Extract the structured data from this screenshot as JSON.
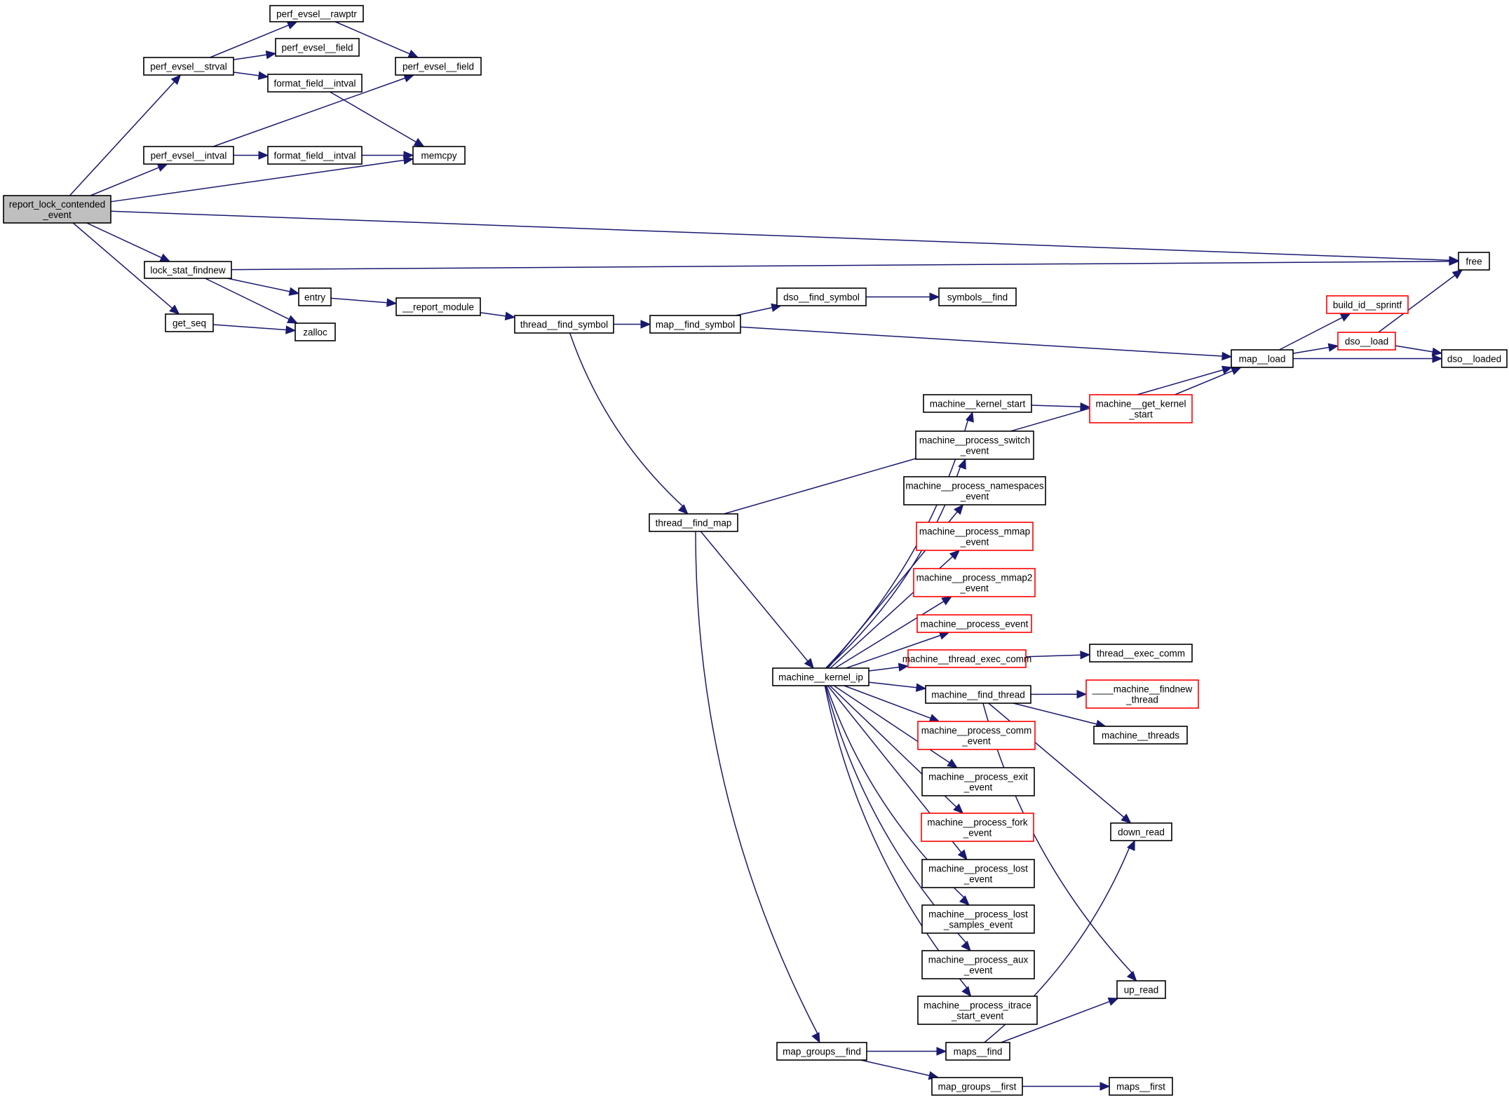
{
  "title": "report_lock_contended_event call graph",
  "colors": {
    "edge": "#191970",
    "root_fill": "#bfbfbf",
    "truncated_border": "#ff0000",
    "node_border": "#000000"
  },
  "nodes": [
    {
      "id": "root",
      "lines": [
        "report_lock_contended",
        "_event"
      ],
      "kind": "root"
    },
    {
      "id": "strval",
      "lines": [
        "perf_evsel__strval"
      ],
      "kind": "normal"
    },
    {
      "id": "rawptr",
      "lines": [
        "perf_evsel__rawptr"
      ],
      "kind": "normal"
    },
    {
      "id": "field1",
      "lines": [
        "perf_evsel__field"
      ],
      "kind": "normal"
    },
    {
      "id": "ffintval1",
      "lines": [
        "format_field__intval"
      ],
      "kind": "normal"
    },
    {
      "id": "field2",
      "lines": [
        "perf_evsel__field"
      ],
      "kind": "normal"
    },
    {
      "id": "intval",
      "lines": [
        "perf_evsel__intval"
      ],
      "kind": "normal"
    },
    {
      "id": "ffintval2",
      "lines": [
        "format_field__intval"
      ],
      "kind": "normal"
    },
    {
      "id": "memcpy",
      "lines": [
        "memcpy"
      ],
      "kind": "normal"
    },
    {
      "id": "free",
      "lines": [
        "free"
      ],
      "kind": "normal"
    },
    {
      "id": "findnew",
      "lines": [
        "lock_stat_findnew"
      ],
      "kind": "normal"
    },
    {
      "id": "entry",
      "lines": [
        "entry"
      ],
      "kind": "normal"
    },
    {
      "id": "reportmod",
      "lines": [
        "__report_module"
      ],
      "kind": "normal"
    },
    {
      "id": "getseq",
      "lines": [
        "get_seq"
      ],
      "kind": "normal"
    },
    {
      "id": "zalloc",
      "lines": [
        "zalloc"
      ],
      "kind": "normal"
    },
    {
      "id": "tfindsym",
      "lines": [
        "thread__find_symbol"
      ],
      "kind": "normal"
    },
    {
      "id": "mfindsym",
      "lines": [
        "map__find_symbol"
      ],
      "kind": "normal"
    },
    {
      "id": "dfindsym",
      "lines": [
        "dso__find_symbol"
      ],
      "kind": "normal"
    },
    {
      "id": "symfind",
      "lines": [
        "symbols__find"
      ],
      "kind": "normal"
    },
    {
      "id": "buildid",
      "lines": [
        "build_id__sprintf"
      ],
      "kind": "trunc"
    },
    {
      "id": "dsoload",
      "lines": [
        "dso__load"
      ],
      "kind": "trunc"
    },
    {
      "id": "mapload",
      "lines": [
        "map__load"
      ],
      "kind": "normal"
    },
    {
      "id": "dsoloaded",
      "lines": [
        "dso__loaded"
      ],
      "kind": "normal"
    },
    {
      "id": "kstart",
      "lines": [
        "machine__kernel_start"
      ],
      "kind": "normal"
    },
    {
      "id": "getkstart",
      "lines": [
        "machine__get_kernel",
        "_start"
      ],
      "kind": "trunc"
    },
    {
      "id": "pswitch",
      "lines": [
        "machine__process_switch",
        "_event"
      ],
      "kind": "normal"
    },
    {
      "id": "pns",
      "lines": [
        "machine__process_namespaces",
        "_event"
      ],
      "kind": "normal"
    },
    {
      "id": "pmmap",
      "lines": [
        "machine__process_mmap",
        "_event"
      ],
      "kind": "trunc"
    },
    {
      "id": "pmmap2",
      "lines": [
        "machine__process_mmap2",
        "_event"
      ],
      "kind": "trunc"
    },
    {
      "id": "pevent",
      "lines": [
        "machine__process_event"
      ],
      "kind": "trunc"
    },
    {
      "id": "texeccomm",
      "lines": [
        "machine__thread_exec_comm"
      ],
      "kind": "trunc"
    },
    {
      "id": "thexeccomm",
      "lines": [
        "thread__exec_comm"
      ],
      "kind": "normal"
    },
    {
      "id": "tfindmap",
      "lines": [
        "thread__find_map"
      ],
      "kind": "normal"
    },
    {
      "id": "kernelip",
      "lines": [
        "machine__kernel_ip"
      ],
      "kind": "normal"
    },
    {
      "id": "findthread",
      "lines": [
        "machine__find_thread"
      ],
      "kind": "normal"
    },
    {
      "id": "findnewthread",
      "lines": [
        "____machine__findnew",
        "_thread"
      ],
      "kind": "trunc"
    },
    {
      "id": "mthreads",
      "lines": [
        "machine__threads"
      ],
      "kind": "normal"
    },
    {
      "id": "pcomm",
      "lines": [
        "machine__process_comm",
        "_event"
      ],
      "kind": "trunc"
    },
    {
      "id": "pexit",
      "lines": [
        "machine__process_exit",
        "_event"
      ],
      "kind": "normal"
    },
    {
      "id": "downread",
      "lines": [
        "down_read"
      ],
      "kind": "normal"
    },
    {
      "id": "pfork",
      "lines": [
        "machine__process_fork",
        "_event"
      ],
      "kind": "trunc"
    },
    {
      "id": "plost",
      "lines": [
        "machine__process_lost",
        "_event"
      ],
      "kind": "normal"
    },
    {
      "id": "plostsamp",
      "lines": [
        "machine__process_lost",
        "_samples_event"
      ],
      "kind": "normal"
    },
    {
      "id": "paux",
      "lines": [
        "machine__process_aux",
        "_event"
      ],
      "kind": "normal"
    },
    {
      "id": "pitrace",
      "lines": [
        "machine__process_itrace",
        "_start_event"
      ],
      "kind": "normal"
    },
    {
      "id": "upread",
      "lines": [
        "up_read"
      ],
      "kind": "normal"
    },
    {
      "id": "mgfind",
      "lines": [
        "map_groups__find"
      ],
      "kind": "normal"
    },
    {
      "id": "mapsfind",
      "lines": [
        "maps__find"
      ],
      "kind": "normal"
    },
    {
      "id": "mgfirst",
      "lines": [
        "map_groups__first"
      ],
      "kind": "normal"
    },
    {
      "id": "mapsfirst",
      "lines": [
        "maps__first"
      ],
      "kind": "normal"
    }
  ],
  "edges": [
    [
      "root",
      "strval"
    ],
    [
      "root",
      "intval"
    ],
    [
      "root",
      "memcpy"
    ],
    [
      "root",
      "free"
    ],
    [
      "root",
      "findnew"
    ],
    [
      "root",
      "getseq"
    ],
    [
      "strval",
      "rawptr"
    ],
    [
      "strval",
      "field1"
    ],
    [
      "strval",
      "ffintval1"
    ],
    [
      "rawptr",
      "field2"
    ],
    [
      "ffintval1",
      "memcpy"
    ],
    [
      "intval",
      "field2"
    ],
    [
      "intval",
      "ffintval2"
    ],
    [
      "ffintval2",
      "memcpy"
    ],
    [
      "findnew",
      "free"
    ],
    [
      "findnew",
      "entry"
    ],
    [
      "findnew",
      "zalloc"
    ],
    [
      "getseq",
      "zalloc"
    ],
    [
      "entry",
      "reportmod"
    ],
    [
      "reportmod",
      "tfindsym"
    ],
    [
      "tfindsym",
      "mfindsym"
    ],
    [
      "tfindsym",
      "tfindmap"
    ],
    [
      "mfindsym",
      "dfindsym"
    ],
    [
      "mfindsym",
      "mapload"
    ],
    [
      "dfindsym",
      "symfind"
    ],
    [
      "mapload",
      "buildid"
    ],
    [
      "mapload",
      "dsoload"
    ],
    [
      "mapload",
      "dsoloaded"
    ],
    [
      "dsoload",
      "free"
    ],
    [
      "dsoload",
      "dsoloaded"
    ],
    [
      "tfindmap",
      "mapload"
    ],
    [
      "tfindmap",
      "kernelip"
    ],
    [
      "tfindmap",
      "mgfind"
    ],
    [
      "kernelip",
      "kstart"
    ],
    [
      "kernelip",
      "pswitch"
    ],
    [
      "kernelip",
      "pns"
    ],
    [
      "kernelip",
      "pmmap"
    ],
    [
      "kernelip",
      "pmmap2"
    ],
    [
      "kernelip",
      "pevent"
    ],
    [
      "kernelip",
      "texeccomm"
    ],
    [
      "kernelip",
      "findthread"
    ],
    [
      "kernelip",
      "pcomm"
    ],
    [
      "kernelip",
      "pexit"
    ],
    [
      "kernelip",
      "pfork"
    ],
    [
      "kernelip",
      "plost"
    ],
    [
      "kernelip",
      "plostsamp"
    ],
    [
      "kernelip",
      "paux"
    ],
    [
      "kernelip",
      "pitrace"
    ],
    [
      "kstart",
      "getkstart"
    ],
    [
      "getkstart",
      "mapload"
    ],
    [
      "texeccomm",
      "thexeccomm"
    ],
    [
      "findthread",
      "findnewthread"
    ],
    [
      "findthread",
      "mthreads"
    ],
    [
      "findthread",
      "downread"
    ],
    [
      "findthread",
      "upread"
    ],
    [
      "mgfind",
      "mapsfind"
    ],
    [
      "mgfind",
      "mgfirst"
    ],
    [
      "mapsfind",
      "downread"
    ],
    [
      "mapsfind",
      "upread"
    ],
    [
      "mgfirst",
      "mapsfirst"
    ]
  ]
}
